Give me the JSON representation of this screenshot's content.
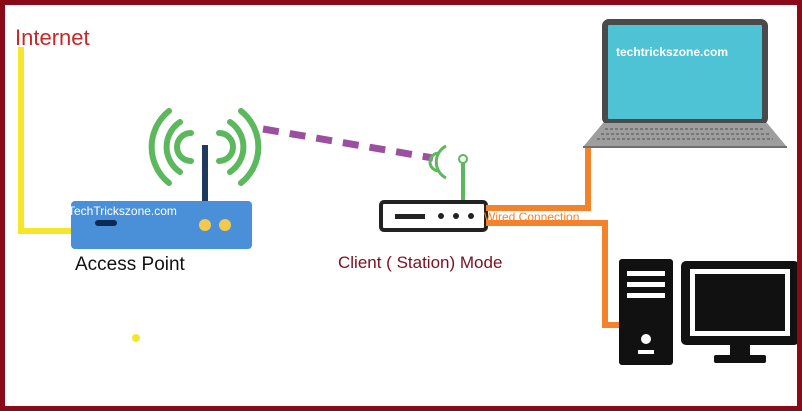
{
  "labels": {
    "internet": "Internet",
    "access_point_brand": "TechTrickszone.com",
    "access_point": "Access Point",
    "client_mode": "Client ( Station) Mode",
    "wired_connection": "Wired Connection",
    "laptop_brand": "techtrickszone.com"
  },
  "colors": {
    "frame": "#8b0a1a",
    "internet_cable": "#f5e62a",
    "wireless_link": "#9b4fa0",
    "wifi_waves": "#5cb85c",
    "wired_cable": "#f4822a",
    "access_point_body": "#4a90d9",
    "laptop_screen": "#4fc3d6"
  },
  "icons": [
    "access-point-icon",
    "client-router-icon",
    "laptop-icon",
    "desktop-tower-icon",
    "monitor-icon",
    "wifi-waves-icon"
  ]
}
